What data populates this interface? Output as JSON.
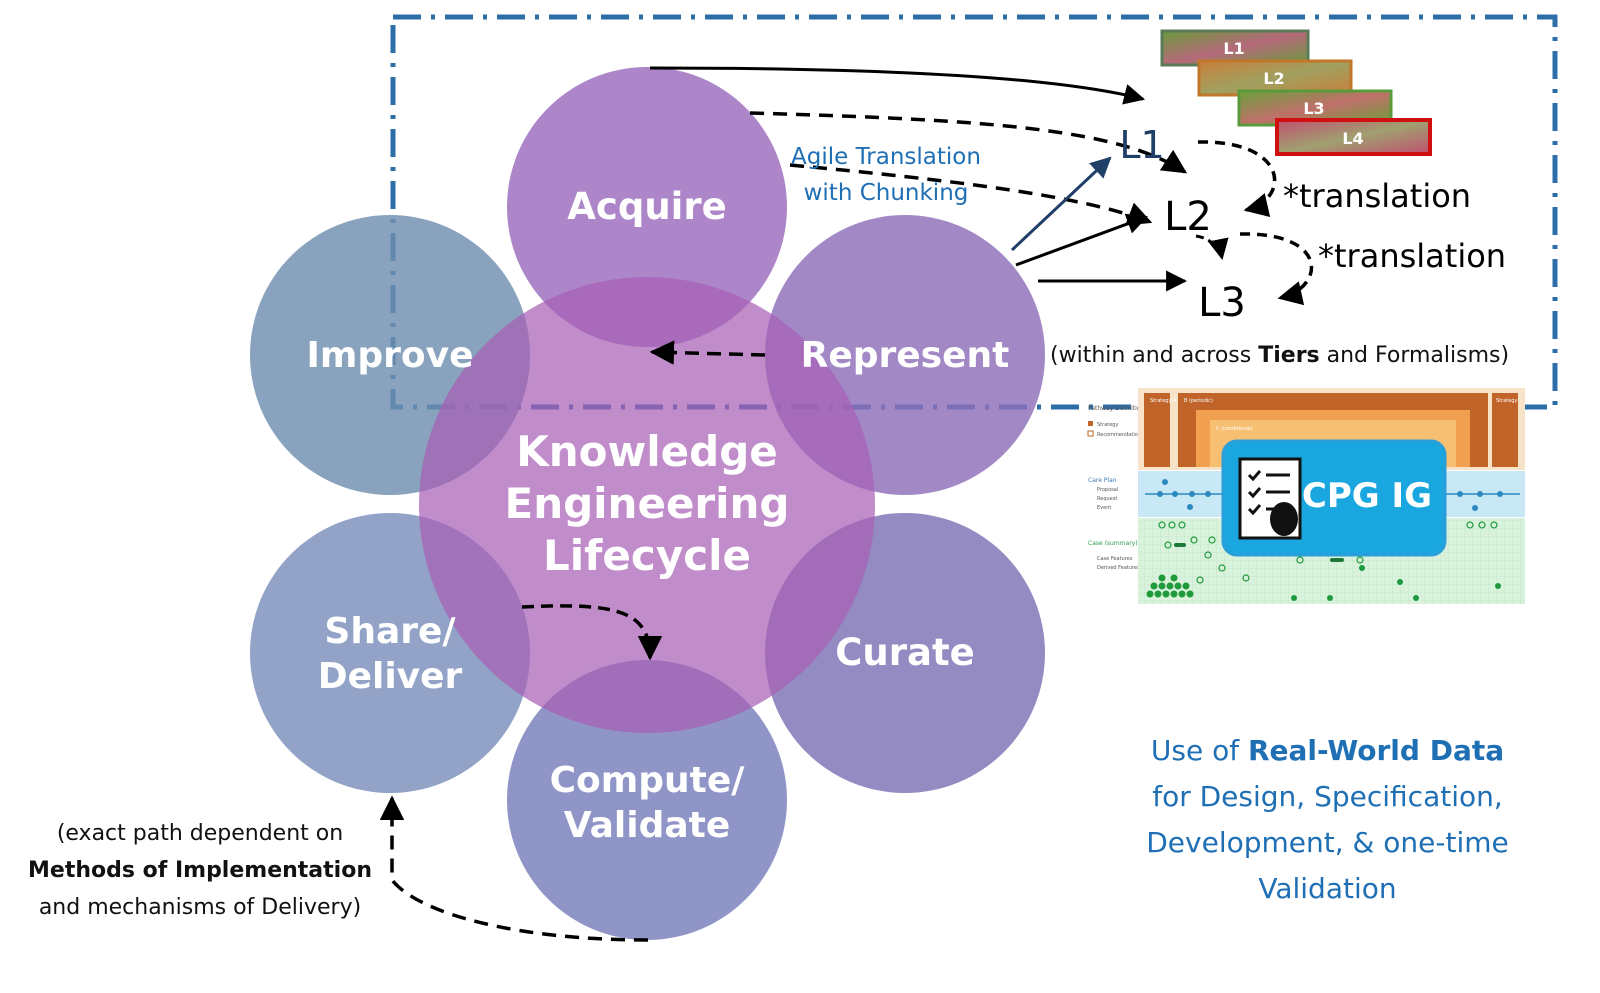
{
  "cycle": {
    "center_lines": [
      "Knowledge",
      "Engineering",
      "Lifecycle"
    ],
    "acquire": "Acquire",
    "represent": "Represent",
    "curate": "Curate",
    "compute_lines": [
      "Compute/",
      "Validate"
    ],
    "share_lines": [
      "Share/",
      "Deliver"
    ],
    "improve": "Improve"
  },
  "annotations": {
    "agile_line1": "Agile Translation",
    "agile_line2": "with Chunking",
    "l1": "L1",
    "l2": "L2",
    "l3": "L3",
    "translation_1": "*translation",
    "translation_2": "*translation",
    "tiers_prefix": "(within and across ",
    "tiers_bold": "Tiers",
    "tiers_suffix": " and Formalisms)",
    "exact_path_line1": "(exact path dependent on",
    "exact_path_line2": "Methods of Implementation",
    "exact_path_line3": "and mechanisms of Delivery)",
    "rwd_prefix": "Use of ",
    "rwd_bold": "Real-World Data",
    "rwd_line2": "for Design, Specification,",
    "rwd_line3": "Development, & one-time",
    "rwd_line4": "Validation"
  },
  "tier_stack": [
    "L1",
    "L2",
    "L3",
    "L4"
  ],
  "cpg_ig": {
    "label": "CPG IG",
    "legend": [
      "Pathway Definition",
      "Strategy",
      "Recommendation",
      "Care Plan",
      "Proposal",
      "Request",
      "Event",
      "Case (summary)",
      "Case Features",
      "Derived Features"
    ],
    "strategy_labels": [
      "Strategy A",
      "B (periodic)",
      "C (conditional)",
      "Strategy"
    ]
  },
  "colors": {
    "frame": "#2e6ea8",
    "purple": "#9b6bbd",
    "blue_purple": "#7f77b8",
    "slate": "#6f8fb0",
    "accent_blue": "#1f6fb5"
  }
}
